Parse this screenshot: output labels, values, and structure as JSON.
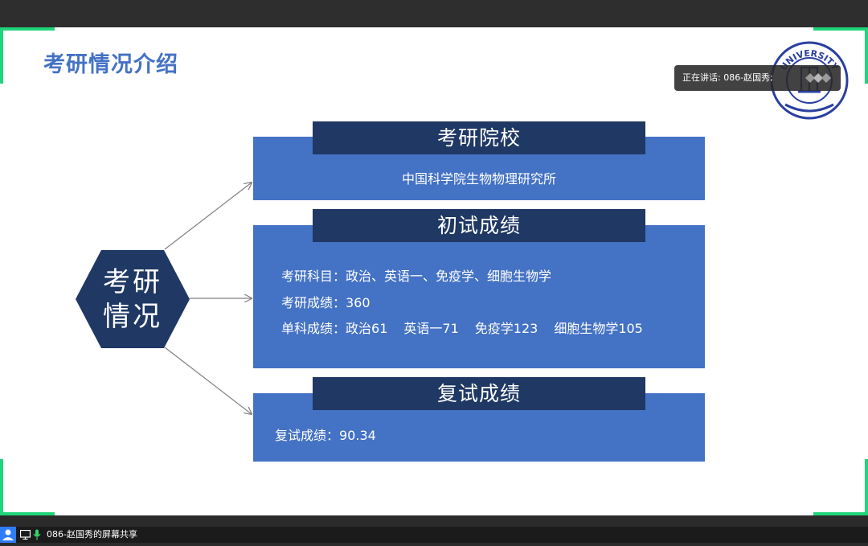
{
  "slide": {
    "title": "考研情况介绍",
    "hexagon_text_line1": "考研",
    "hexagon_text_line2": "情况",
    "sections": [
      {
        "header": "考研院校",
        "lines": [
          "中国科学院生物物理研究所"
        ]
      },
      {
        "header": "初试成绩",
        "lines": [
          "考研科目：政治、英语一、免疫学、细胞生物学",
          "考研成绩：360"
        ],
        "single_scores_label": "单科成绩：",
        "single_scores": [
          "政治61",
          "英语一71",
          "免疫学123",
          "细胞生物学105"
        ]
      },
      {
        "header": "复试成绩",
        "lines": [
          "复试成绩：90.34"
        ]
      }
    ],
    "logo_text": "UNIVERSITY",
    "colors": {
      "title": "#4472c4",
      "panel": "#4472c4",
      "header": "#1f3864",
      "hexagon": "#1f3864",
      "corner": "#1fd47a"
    }
  },
  "meeting": {
    "speaking_toast": "正在讲话: 086-赵国秀;",
    "share_status": "086-赵国秀的屏幕共享",
    "icons": [
      "user-icon",
      "screen-share-icon",
      "microphone-icon"
    ]
  }
}
